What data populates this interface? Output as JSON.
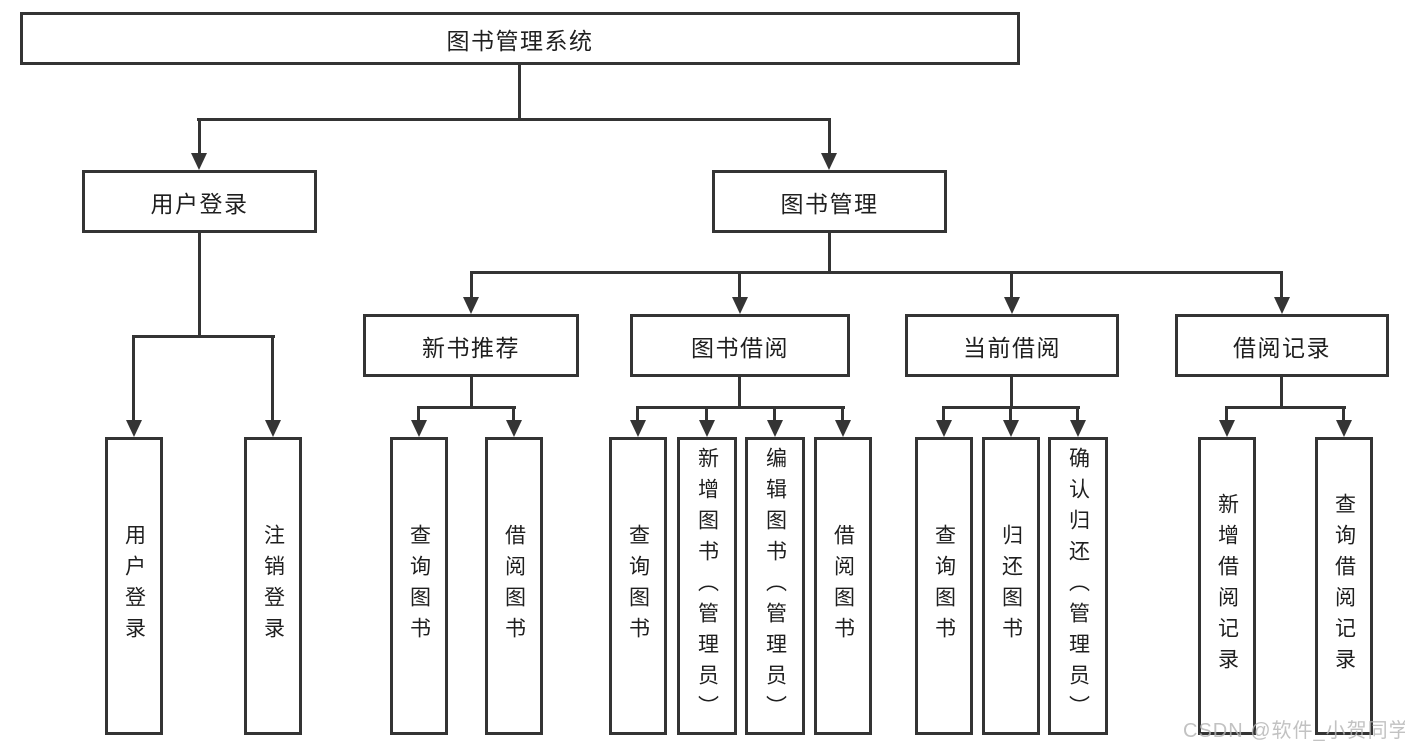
{
  "tree": {
    "label": "图书管理系统",
    "children": [
      {
        "label": "用户登录",
        "children": [
          {
            "label": "用户登录"
          },
          {
            "label": "注销登录"
          }
        ]
      },
      {
        "label": "图书管理",
        "children": [
          {
            "label": "新书推荐",
            "children": [
              {
                "label": "查询图书"
              },
              {
                "label": "借阅图书"
              }
            ]
          },
          {
            "label": "图书借阅",
            "children": [
              {
                "label": "查询图书"
              },
              {
                "label": "新增图书（管理员）"
              },
              {
                "label": "编辑图书（管理员）"
              },
              {
                "label": "借阅图书"
              }
            ]
          },
          {
            "label": "当前借阅",
            "children": [
              {
                "label": "查询图书"
              },
              {
                "label": "归还图书"
              },
              {
                "label": "确认归还（管理员）"
              }
            ]
          },
          {
            "label": "借阅记录",
            "children": [
              {
                "label": "新增借阅记录"
              },
              {
                "label": "查询借阅记录"
              }
            ]
          }
        ]
      }
    ]
  },
  "watermark": {
    "text": "CSDN @软件_小贺同学"
  },
  "colors": {
    "line": "#343434",
    "text": "#1f1f1f",
    "background": "#ffffff",
    "watermark": "#b5b5b5"
  }
}
